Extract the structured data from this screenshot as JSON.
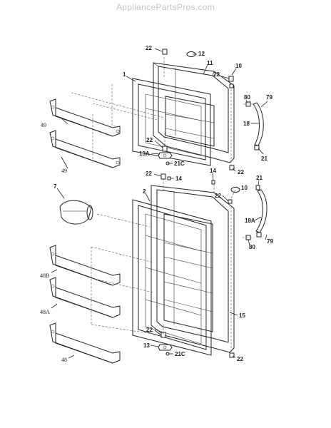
{
  "header": {
    "site": "AppliancePartsPros.com"
  },
  "callouts": {
    "c22_top": "22",
    "c12": "12",
    "c11": "11",
    "c10_top": "10",
    "c22_b": "22",
    "c1": "1",
    "c80_top": "80",
    "c79_top": "79",
    "c18": "18",
    "c49_a": "49",
    "c22_c": "22",
    "c13A": "13A",
    "c21C_top": "21C",
    "c21_top": "21",
    "c22_d": "22",
    "c49_b": "49",
    "c22_e": "22",
    "c14_left": "14",
    "c14": "14",
    "c21_mid": "21",
    "c2": "2",
    "c10_mid": "10",
    "c22_f": "22",
    "c7": "7",
    "c18A": "18A",
    "c80_mid": "80",
    "c79_mid": "79",
    "c48B": "48B",
    "c48A": "48A",
    "c15": "15",
    "c22_g": "22",
    "c13": "13",
    "c21C_bot": "21C",
    "c48": "48",
    "c22_h": "22"
  }
}
